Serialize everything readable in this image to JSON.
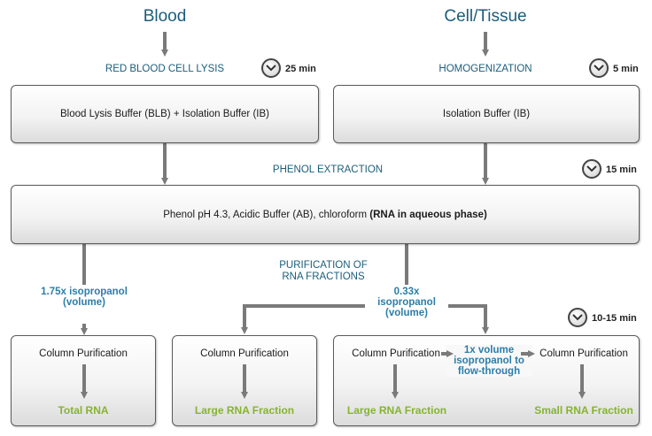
{
  "sources": {
    "blood": "Blood",
    "cell_tissue": "Cell/Tissue"
  },
  "steps": {
    "rbc_lysis": "RED BLOOD CELL LYSIS",
    "homogenization": "HOMOGENIZATION",
    "phenol_extraction": "PHENOL EXTRACTION",
    "purification": "PURIFICATION OF RNA FRACTIONS"
  },
  "times": {
    "rbc_lysis": "25 min",
    "homogenization": "5 min",
    "phenol_extraction": "15 min",
    "purification": "10-15 min"
  },
  "boxes": {
    "blood_buffer": "Blood Lysis Buffer (BLB) + Isolation Buffer (IB)",
    "isolation_buffer": "Isolation Buffer (IB)",
    "phenol_main": "Phenol pH 4.3, Acidic Buffer (AB), chloroform ",
    "phenol_bold": "(RNA in aqueous phase)",
    "column_purification": "Column Purification"
  },
  "reagents": {
    "isopropanol_175": "1.75x isopropanol (volume)",
    "isopropanol_033": "0.33x isopropanol (volume)",
    "isopropanol_flow": "1x volume isopropanol to flow-through"
  },
  "outputs": {
    "total_rna": "Total RNA",
    "large_rna": "Large RNA Fraction",
    "small_rna": "Small RNA Fraction"
  },
  "icons": {
    "clock": "chevron-down-clock-icon",
    "arrow": "down-arrow"
  },
  "colors": {
    "heading": "#1b5d7a",
    "accent_blue": "#2b7ea8",
    "green": "#86b431",
    "arrow_gray": "#7a7a7a"
  }
}
